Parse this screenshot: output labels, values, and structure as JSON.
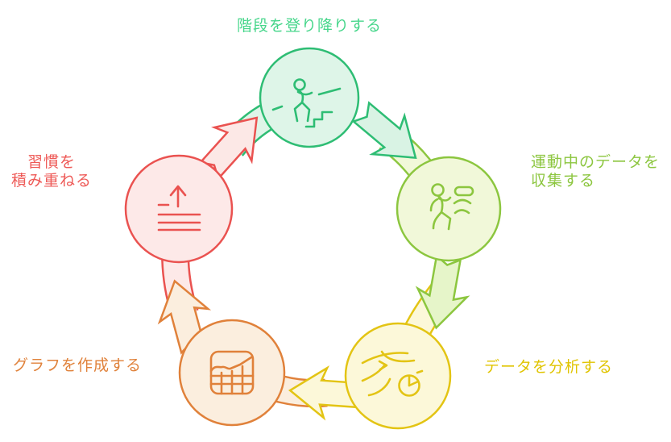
{
  "diagram": {
    "type": "cycle",
    "direction": "clockwise",
    "background_color": "#ffffff",
    "nodes": [
      {
        "position": "top",
        "label": "階段を登り降りする",
        "icon": "person-climbing-stairs-icon",
        "outline_color": "#2ebd74",
        "fill_color": "#def5e8",
        "label_color": "#47d68b"
      },
      {
        "position": "right",
        "label": "運動中のデータを収集する",
        "label_lines": [
          "運動中のデータを",
          "収集する"
        ],
        "icon": "exercise-data-collection-icon",
        "outline_color": "#8cc63f",
        "fill_color": "#f1f8d9",
        "label_color": "#8cc63f"
      },
      {
        "position": "bottom-right",
        "label": "データを分析する",
        "icon": "data-analysis-pie-icon",
        "outline_color": "#e3c414",
        "fill_color": "#fcf8d9",
        "label_color": "#e0c400"
      },
      {
        "position": "bottom-left",
        "label": "グラフを作成する",
        "icon": "area-chart-icon",
        "outline_color": "#e0813a",
        "fill_color": "#fbeede",
        "label_color": "#e0823b"
      },
      {
        "position": "left",
        "label": "習慣を積み重ねる",
        "label_lines": [
          "習慣を",
          "積み重ねる"
        ],
        "icon": "stack-up-arrow-icon",
        "outline_color": "#ea5250",
        "fill_color": "#fde9e8",
        "label_color": "#ee5a57"
      }
    ],
    "arrows": [
      {
        "from": "習慣を積み重ねる",
        "to": "階段を登り降りする",
        "color": "#ea5250"
      },
      {
        "from": "階段を登り降りする",
        "to": "運動中のデータを収集する",
        "color": "#2ebd74"
      },
      {
        "from": "運動中のデータを収集する",
        "to": "データを分析する",
        "color": "#8cc63f"
      },
      {
        "from": "データを分析する",
        "to": "グラフを作成する",
        "color": "#e3c414"
      },
      {
        "from": "グラフを作成する",
        "to": "習慣を積み重ねる",
        "color": "#e0813a"
      }
    ]
  }
}
